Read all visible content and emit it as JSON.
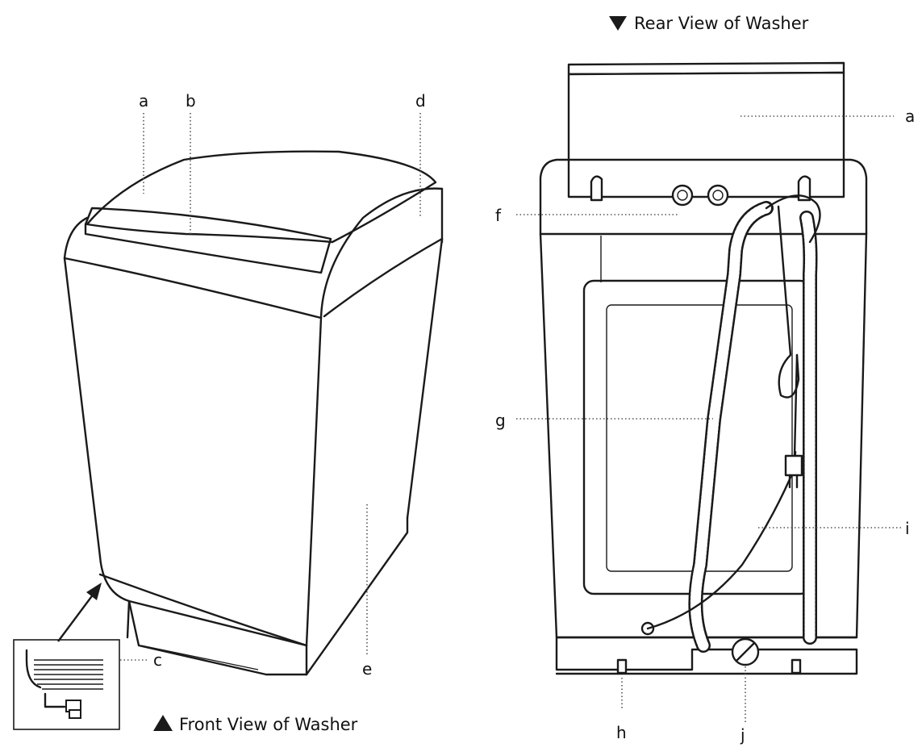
{
  "front_caption": "Front View of Washer",
  "rear_caption": "Rear View of Washer",
  "front_labels": {
    "a": "a",
    "b": "b",
    "c": "c",
    "d": "d",
    "e": "e"
  },
  "rear_labels": {
    "a": "a",
    "f": "f",
    "g": "g",
    "h": "h",
    "i": "i",
    "j": "j"
  },
  "icons": {
    "front_marker": "triangle-up-icon",
    "rear_marker": "triangle-down-icon"
  }
}
